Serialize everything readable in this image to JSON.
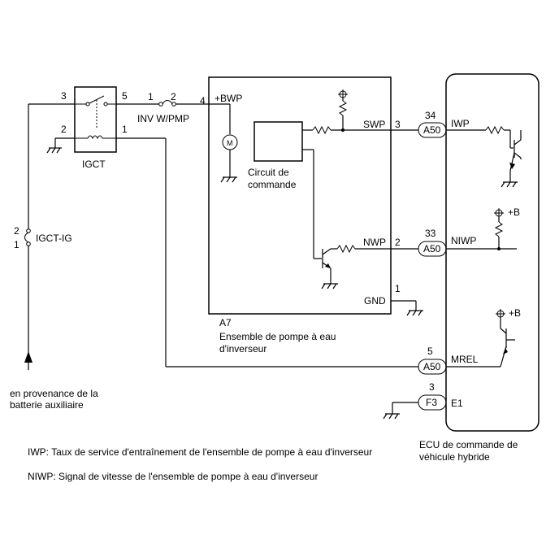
{
  "relay": {
    "name": "IGCT",
    "pins": {
      "p1": "1",
      "p2": "2",
      "p3": "3",
      "p5": "5"
    }
  },
  "fuse_inv": {
    "name": "INV W/PMP",
    "pin_in": "1",
    "pin_out": "2"
  },
  "fuse_ig": {
    "name": "IGCT-IG",
    "pin_top": "2",
    "pin_bottom": "1"
  },
  "battery_note": {
    "line1": "en provenance de la",
    "line2": "batterie auxiliaire"
  },
  "pump": {
    "code": "A7",
    "name_line1": "Ensemble de pompe à eau",
    "name_line2": "d'inverseur",
    "motor_symbol": "M",
    "control_line1": "Circuit de",
    "control_line2": "commande",
    "pins": [
      {
        "num": "4",
        "label": "+BWP"
      },
      {
        "num": "3",
        "label": "SWP"
      },
      {
        "num": "2",
        "label": "NWP"
      },
      {
        "num": "1",
        "label": "GND"
      }
    ]
  },
  "ecu": {
    "name_line1": "ECU de commande de",
    "name_line2": "véhicule hybride",
    "supply_label": "+B",
    "supply_label_2": "+B",
    "connectors": [
      {
        "connector": "A50",
        "pin": "34",
        "signal": "IWP"
      },
      {
        "connector": "A50",
        "pin": "33",
        "signal": "NIWP"
      },
      {
        "connector": "A50",
        "pin": "5",
        "signal": "MREL"
      },
      {
        "connector": "F3",
        "pin": "3",
        "signal": "E1"
      }
    ]
  },
  "legend": [
    "IWP: Taux de service d'entraînement de l'ensemble de pompe à eau d'inverseur",
    "NIWP: Signal de vitesse de l'ensemble de pompe à eau d'inverseur"
  ]
}
